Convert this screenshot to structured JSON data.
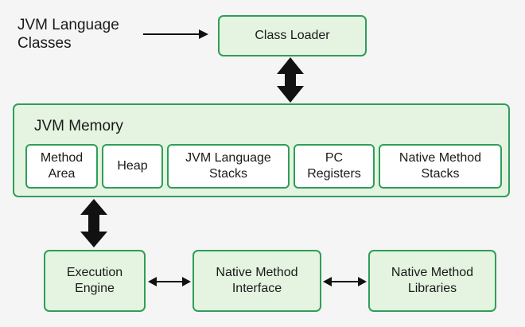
{
  "input_label": "JVM Language\nClasses",
  "class_loader": "Class Loader",
  "jvm_memory": {
    "title": "JVM Memory",
    "areas": [
      "Method\nArea",
      "Heap",
      "JVM Language\nStacks",
      "PC\nRegisters",
      "Native Method\nStacks"
    ]
  },
  "execution_engine": "Execution\nEngine",
  "native_method_interface": "Native Method\nInterface",
  "native_method_libraries": "Native Method\nLibraries",
  "colors": {
    "box_fill": "#e4f4e0",
    "box_border": "#2f9e58",
    "arrow": "#111111"
  }
}
